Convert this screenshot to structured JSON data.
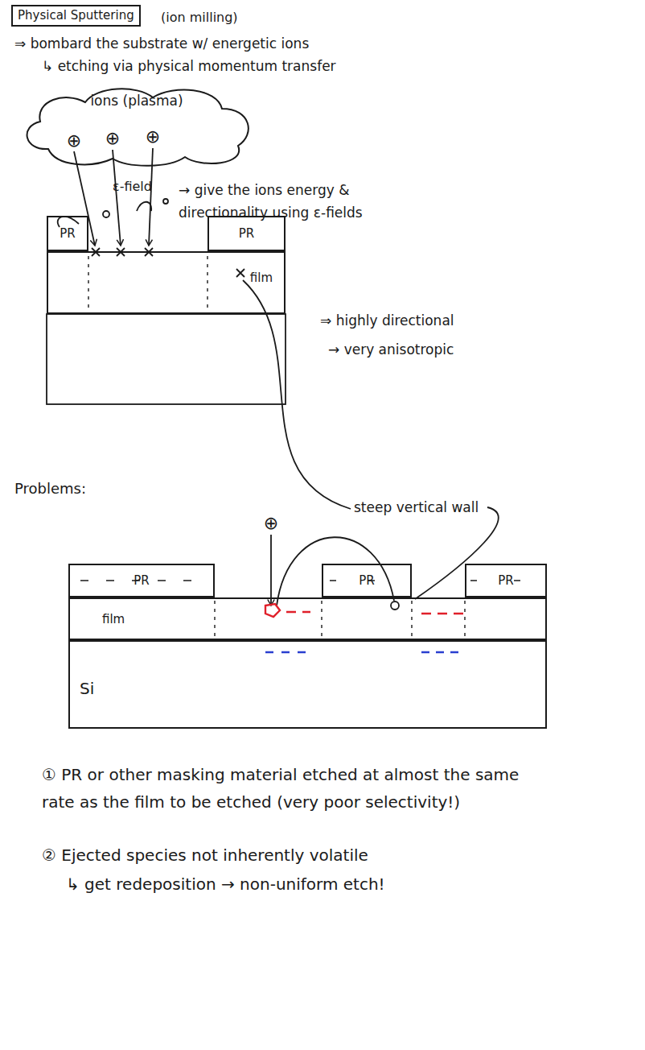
{
  "diagram": {
    "title": "Physical Sputtering",
    "nodes": [
      {
        "text": [
          "ions (plasma)"
        ]
      },
      {
        "text": [
          "PR"
        ]
      },
      {
        "text": [
          "PR"
        ]
      },
      {
        "text": [
          "film"
        ]
      },
      {
        "text": [
          "PR"
        ]
      },
      {
        "text": [
          "PR"
        ]
      },
      {
        "text": [
          "PR"
        ]
      },
      {
        "text": [
          "film"
        ]
      },
      {
        "text": [
          "Si"
        ]
      }
    ],
    "labels": [
      "(ion milling)",
      "⇒ bombard the substrate w/ energetic ions",
      "↳ etching via physical momentum transfer",
      "⊕",
      "⊕",
      "⊕",
      "ε-field",
      "→ give the ions energy & directionality using ε-fields",
      "⇒ highly directional",
      "→ very anisotropic",
      "steep vertical wall",
      "Problems:",
      "⊕",
      "① PR or other masking material etched at almost the same rate as the film to be etched (very poor selectivity!)",
      "② Ejected species not inherently volatile",
      "↳ get redeposition → non-uniform etch!"
    ]
  }
}
